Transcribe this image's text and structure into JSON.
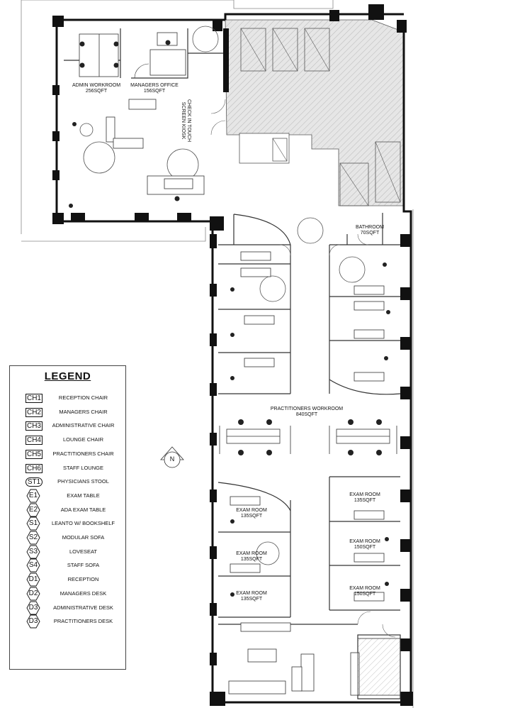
{
  "rooms": {
    "admin_workroom": {
      "name": "ADMIN WORKROOM",
      "area": "256SQFT"
    },
    "managers_office": {
      "name": "MANAGERS OFFICE",
      "area": "156SQFT"
    },
    "check_in_kiosk": {
      "line1": "CHECK IN TOUCH",
      "line2": "SCREEN KIOSK"
    },
    "bathroom": {
      "name": "BATHROOM",
      "area": "70SQFT"
    },
    "practitioners_workroom": {
      "name": "PRACTITIONERS WORKROOM",
      "area": "840SQFT"
    },
    "exam_rooms": [
      {
        "name": "EXAM ROOM",
        "area": "135SQFT"
      },
      {
        "name": "EXAM ROOM",
        "area": "135SQFT"
      },
      {
        "name": "EXAM ROOM",
        "area": "135SQFT"
      },
      {
        "name": "EXAM ROOM",
        "area": "135SQFT"
      },
      {
        "name": "EXAM ROOM",
        "area": "150SQFT"
      },
      {
        "name": "EXAM ROOM",
        "area": "150SQFT"
      }
    ]
  },
  "compass": {
    "letter": "N"
  },
  "legend": {
    "title": "LEGEND",
    "items": [
      {
        "code": "CH1",
        "label": "RECEPTION CHAIR",
        "shape": "rect"
      },
      {
        "code": "CH2",
        "label": "MANAGERS CHAIR",
        "shape": "rect"
      },
      {
        "code": "CH3",
        "label": "ADMINISTRATIVE CHAIR",
        "shape": "rect"
      },
      {
        "code": "CH4",
        "label": "LOUNGE CHAIR",
        "shape": "rect"
      },
      {
        "code": "CH5",
        "label": "PRACTITIONERS CHAIR",
        "shape": "rect"
      },
      {
        "code": "CH6",
        "label": "STAFF LOUNGE",
        "shape": "rect"
      },
      {
        "code": "ST1",
        "label": "PHYSICIANS STOOL",
        "shape": "oval"
      },
      {
        "code": "E1",
        "label": "EXAM TABLE",
        "shape": "hex"
      },
      {
        "code": "E2",
        "label": "ADA EXAM TABLE",
        "shape": "hex"
      },
      {
        "code": "S1",
        "label": "LEANTO W/ BOOKSHELF",
        "shape": "hex"
      },
      {
        "code": "S2",
        "label": "MODULAR SOFA",
        "shape": "hex"
      },
      {
        "code": "S3",
        "label": "LOVESEAT",
        "shape": "hex"
      },
      {
        "code": "S4",
        "label": "STAFF SOFA",
        "shape": "hex"
      },
      {
        "code": "D1",
        "label": "RECEPTION",
        "shape": "hex"
      },
      {
        "code": "D2",
        "label": "MANAGERS DESK",
        "shape": "hex"
      },
      {
        "code": "D3",
        "label": "ADMINISTRATIVE DESK",
        "shape": "hex"
      },
      {
        "code": "D3",
        "label": "PRACTITIONERS DESK",
        "shape": "hex"
      }
    ]
  }
}
